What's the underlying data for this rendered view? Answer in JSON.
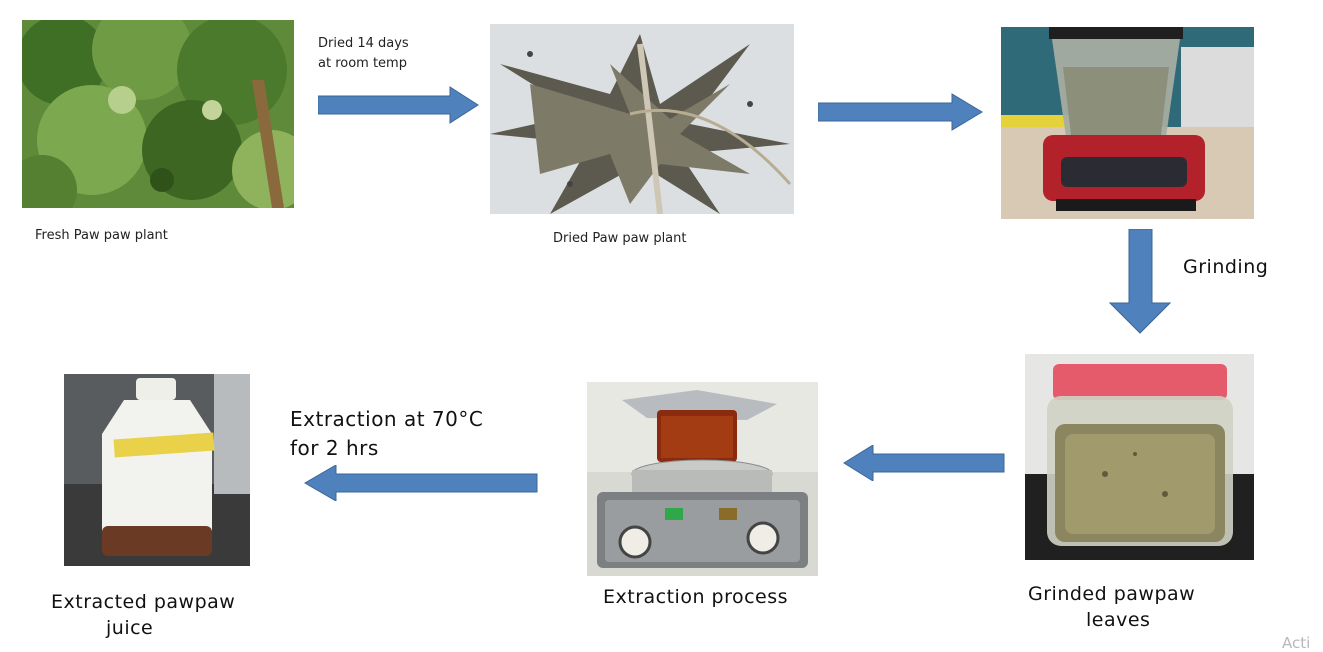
{
  "steps": {
    "fresh": {
      "caption": "Fresh Paw paw plant"
    },
    "dried": {
      "caption": "Dried Paw paw plant"
    },
    "blender": {
      "caption": ""
    },
    "grinded": {
      "caption_line1": "Grinded pawpaw",
      "caption_line2": "leaves"
    },
    "extraction": {
      "caption": "Extraction process"
    },
    "juice": {
      "caption_line1": "Extracted pawpaw",
      "caption_line2": "juice"
    }
  },
  "arrows": {
    "drying_line1": "Dried 14 days",
    "drying_line2": "at room temp",
    "grinding": "Grinding",
    "extract_line1": "Extraction at 70°C",
    "extract_line2": "for 2 hrs"
  },
  "watermark": "Acti",
  "colors": {
    "arrow_fill": "#4f81bd",
    "arrow_stroke": "#3b6796"
  }
}
